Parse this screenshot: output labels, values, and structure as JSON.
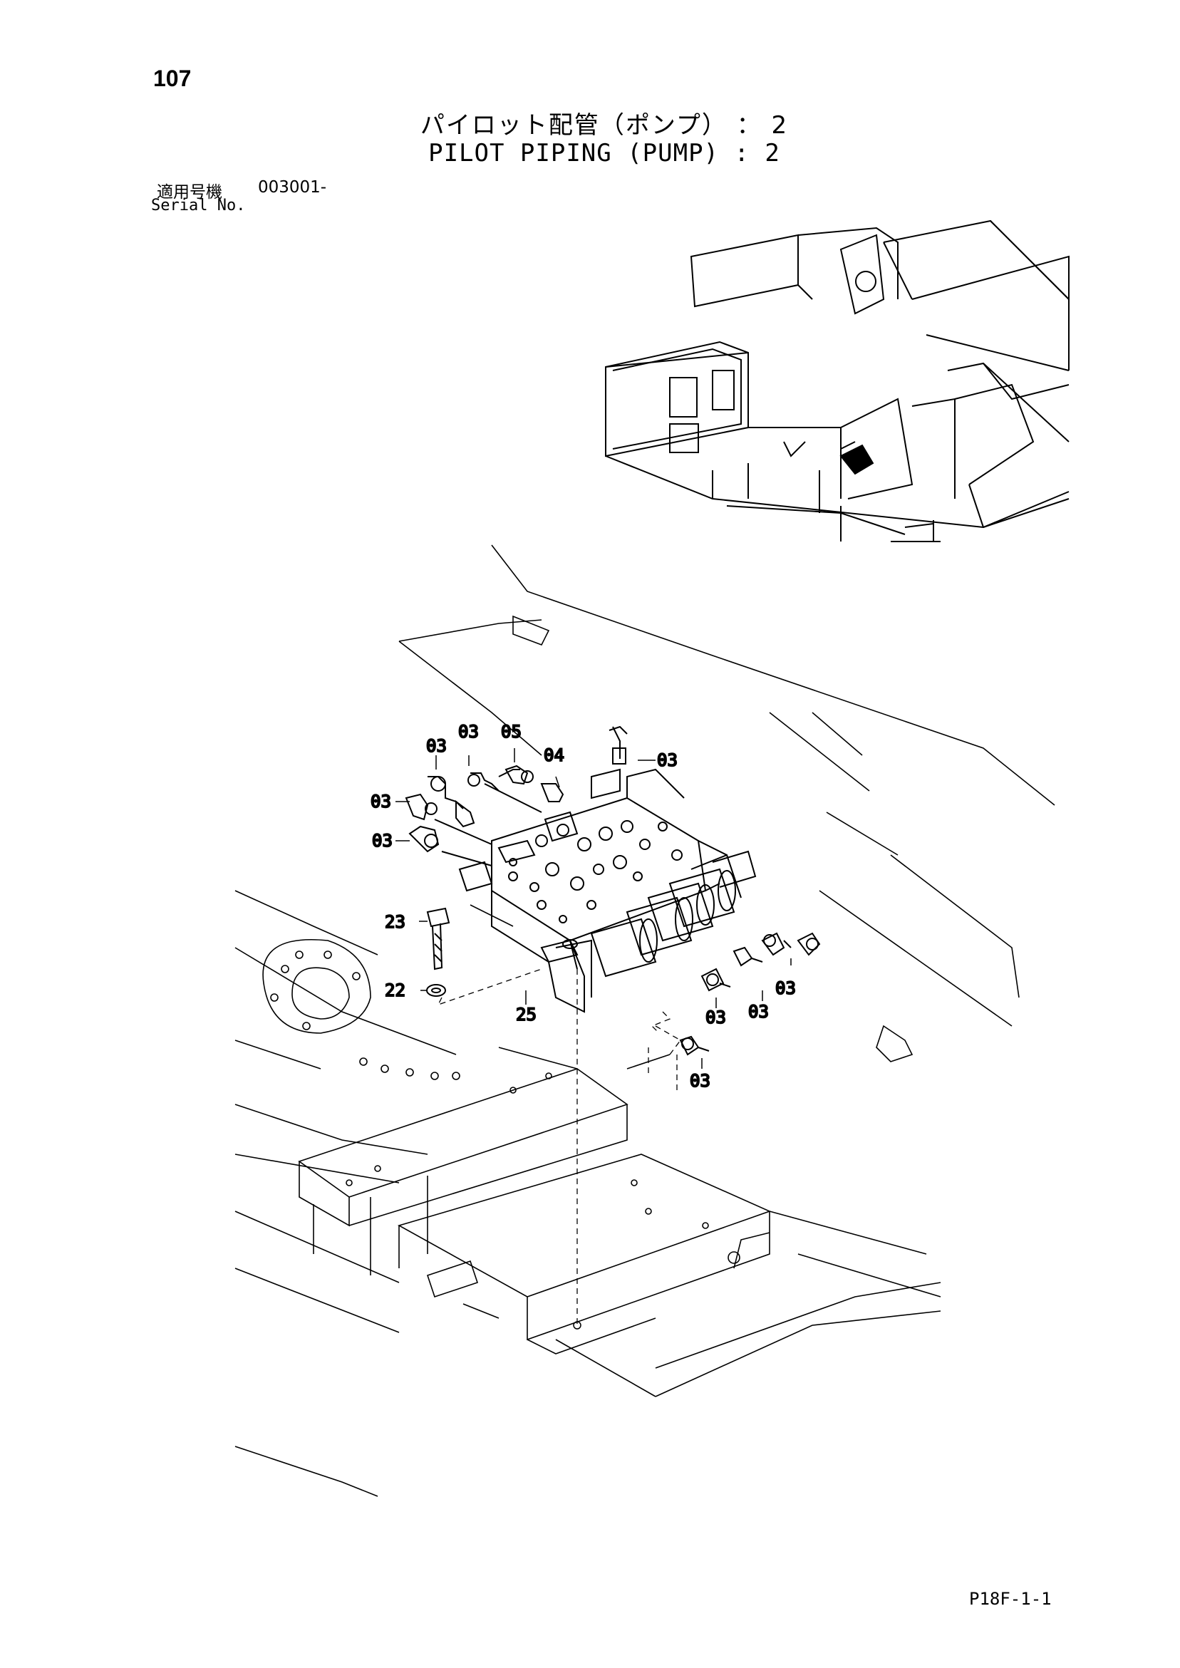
{
  "header": {
    "page_number": "107",
    "title_jp": "パイロット配管（ポンプ） ： 2",
    "title_en": "PILOT PIPING (PUMP) : 2",
    "serial_label_jp": "適用号機",
    "serial_value": "003001-",
    "serial_label_en": "Serial No."
  },
  "footer": {
    "page_code": "P18F-1-1"
  },
  "callouts": [
    "03",
    "03",
    "05",
    "04",
    "03",
    "03",
    "03",
    "23",
    "22",
    "25",
    "03",
    "03",
    "03",
    "03"
  ]
}
